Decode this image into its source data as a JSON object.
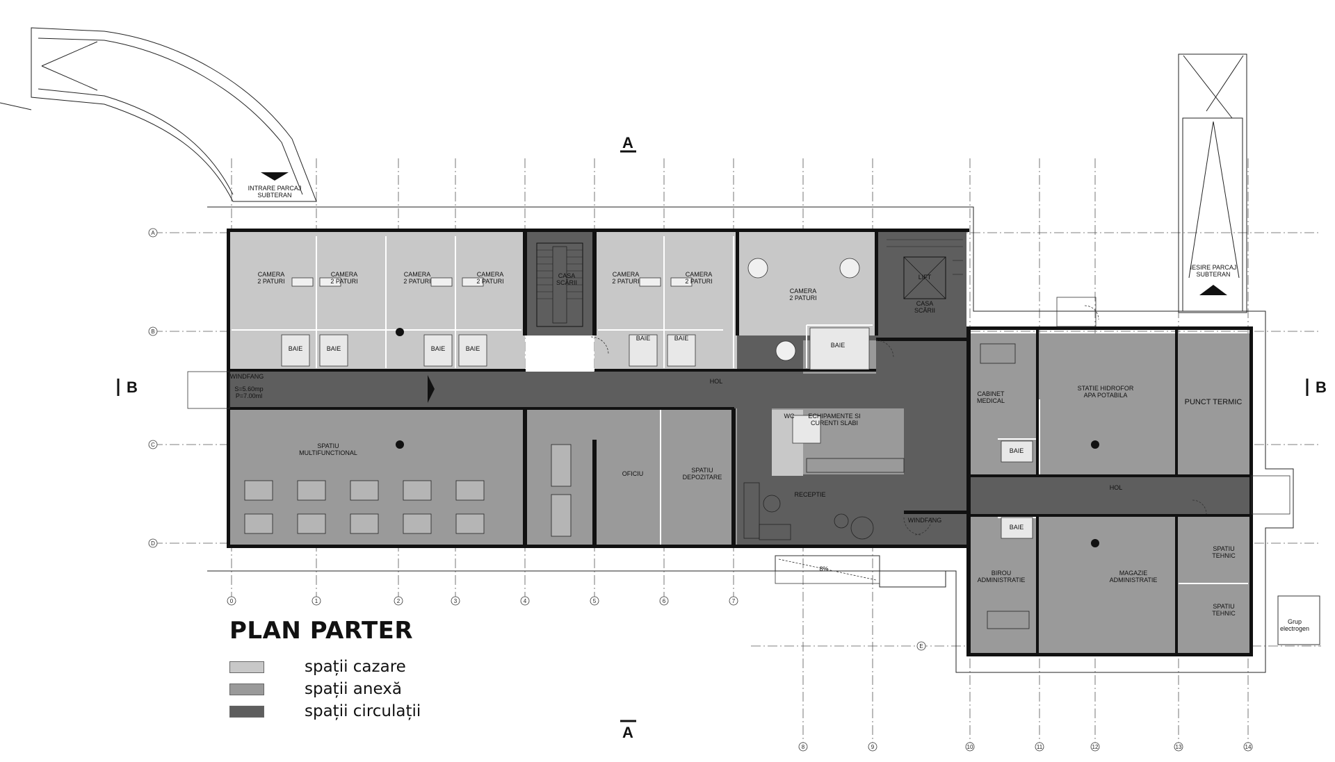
{
  "title": "PLAN PARTER",
  "legend": [
    {
      "label": "spații cazare",
      "color": "#c8c8c8"
    },
    {
      "label": "spații anexă",
      "color": "#9a9a9a"
    },
    {
      "label": "spații circulații",
      "color": "#5e5e5e"
    }
  ],
  "colors": {
    "cazare": "#c8c8c8",
    "anexa": "#9a9a9a",
    "circulatii": "#5e5e5e",
    "wall": "#111111"
  },
  "section_marks": {
    "a_top": "A",
    "a_bottom": "A",
    "b_left": "B",
    "b_right": "B"
  },
  "rooms": {
    "camera": "CAMERA\n2 PATURI",
    "baie": "BAIE",
    "casa_scarii": "CASA\nSCĂRII",
    "lift": "LIFT",
    "windfang": "WINDFANG",
    "hol": "HOL",
    "spatiu_multifunctional": "SPATIU\nMULTIFUNCTIONAL",
    "oficiu": "OFICIU",
    "spatiu_depozitare": "SPATIU\nDEPOZITARE",
    "receptie": "RECEPTIE",
    "echipamente": "ECHIPAMENTE SI\nCURENTI SLABI",
    "wc": "WC",
    "cabinet_medical": "CABINET\nMEDICAL",
    "statie_hidrofor": "STATIE HIDROFOR\nAPA POTABILA",
    "punct_termic": "PUNCT TERMIC",
    "birou_administratie": "BIROU\nADMINISTRATIE",
    "magazie_administratie": "MAGAZIE\nADMINISTRATIE",
    "spatiu_tehnic": "SPATIU\nTEHNIC",
    "intrare_parcaj": "INTRARE PARCAJ\nSUBTERAN",
    "iesire_parcaj": "IESIRE PARCAJ\nSUBTERAN",
    "grup_electrogen": "Grup\nelectrogen",
    "ramp_slope": "8%",
    "windfang_area": "S=5.60mp\nP=7.00ml"
  },
  "axes_vertical": [
    "0",
    "1",
    "2",
    "3",
    "4",
    "5",
    "6",
    "7",
    "8",
    "9",
    "10",
    "11",
    "12",
    "13",
    "14"
  ],
  "axes_horizontal": [
    "A",
    "B",
    "C",
    "D",
    "E"
  ]
}
